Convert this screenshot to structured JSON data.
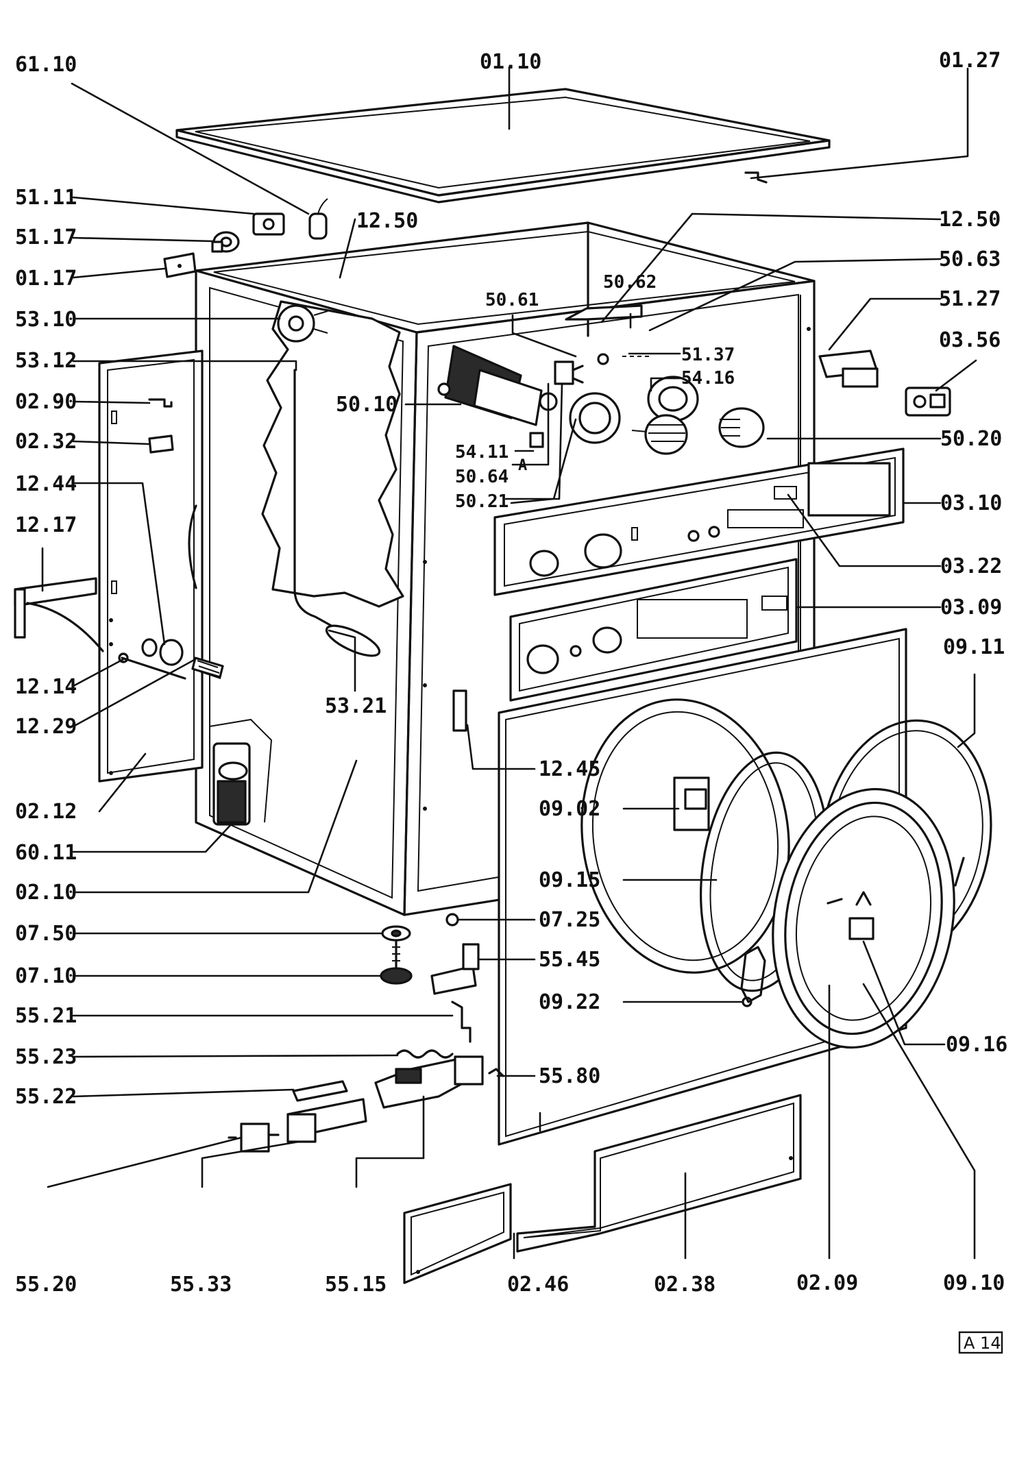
{
  "sheet_tag": "A 14",
  "labels": {
    "l_61_10": "61.10",
    "l_01_10": "01.10",
    "l_01_27": "01.27",
    "l_51_11": "51.11",
    "l_51_17": "51.17",
    "l_01_17": "01.17",
    "l_53_10": "53.10",
    "l_53_12": "53.12",
    "l_02_90": "02.90",
    "l_02_32": "02.32",
    "l_12_44": "12.44",
    "l_12_17": "12.17",
    "l_12_14": "12.14",
    "l_12_29": "12.29",
    "l_02_12": "02.12",
    "l_60_11": "60.11",
    "l_02_10": "02.10",
    "l_07_50": "07.50",
    "l_07_10": "07.10",
    "l_55_21": "55.21",
    "l_55_23": "55.23",
    "l_55_22": "55.22",
    "l_55_20": "55.20",
    "l_55_33": "55.33",
    "l_55_15": "55.15",
    "l_02_46": "02.46",
    "l_02_38": "02.38",
    "l_02_09": "02.09",
    "l_09_10": "09.10",
    "l_12_50a": "12.50",
    "l_12_50b": "12.50",
    "l_50_63": "50.63",
    "l_51_27": "51.27",
    "l_03_56": "03.56",
    "l_50_61": "50.61",
    "l_50_62": "50.62",
    "l_51_37": "51.37",
    "l_54_16": "54.16",
    "l_50_10": "50.10",
    "l_50_20": "50.20",
    "l_54_11": "54.11",
    "l_a": "A",
    "l_50_64": "50.64",
    "l_50_21": "50.21",
    "l_03_10": "03.10",
    "l_03_22": "03.22",
    "l_03_09": "03.09",
    "l_09_11": "09.11",
    "l_53_21": "53.21",
    "l_12_45": "12.45",
    "l_09_02": "09.02",
    "l_09_15": "09.15",
    "l_07_25": "07.25",
    "l_55_45": "55.45",
    "l_09_22": "09.22",
    "l_09_16": "09.16",
    "l_55_80": "55.80"
  }
}
